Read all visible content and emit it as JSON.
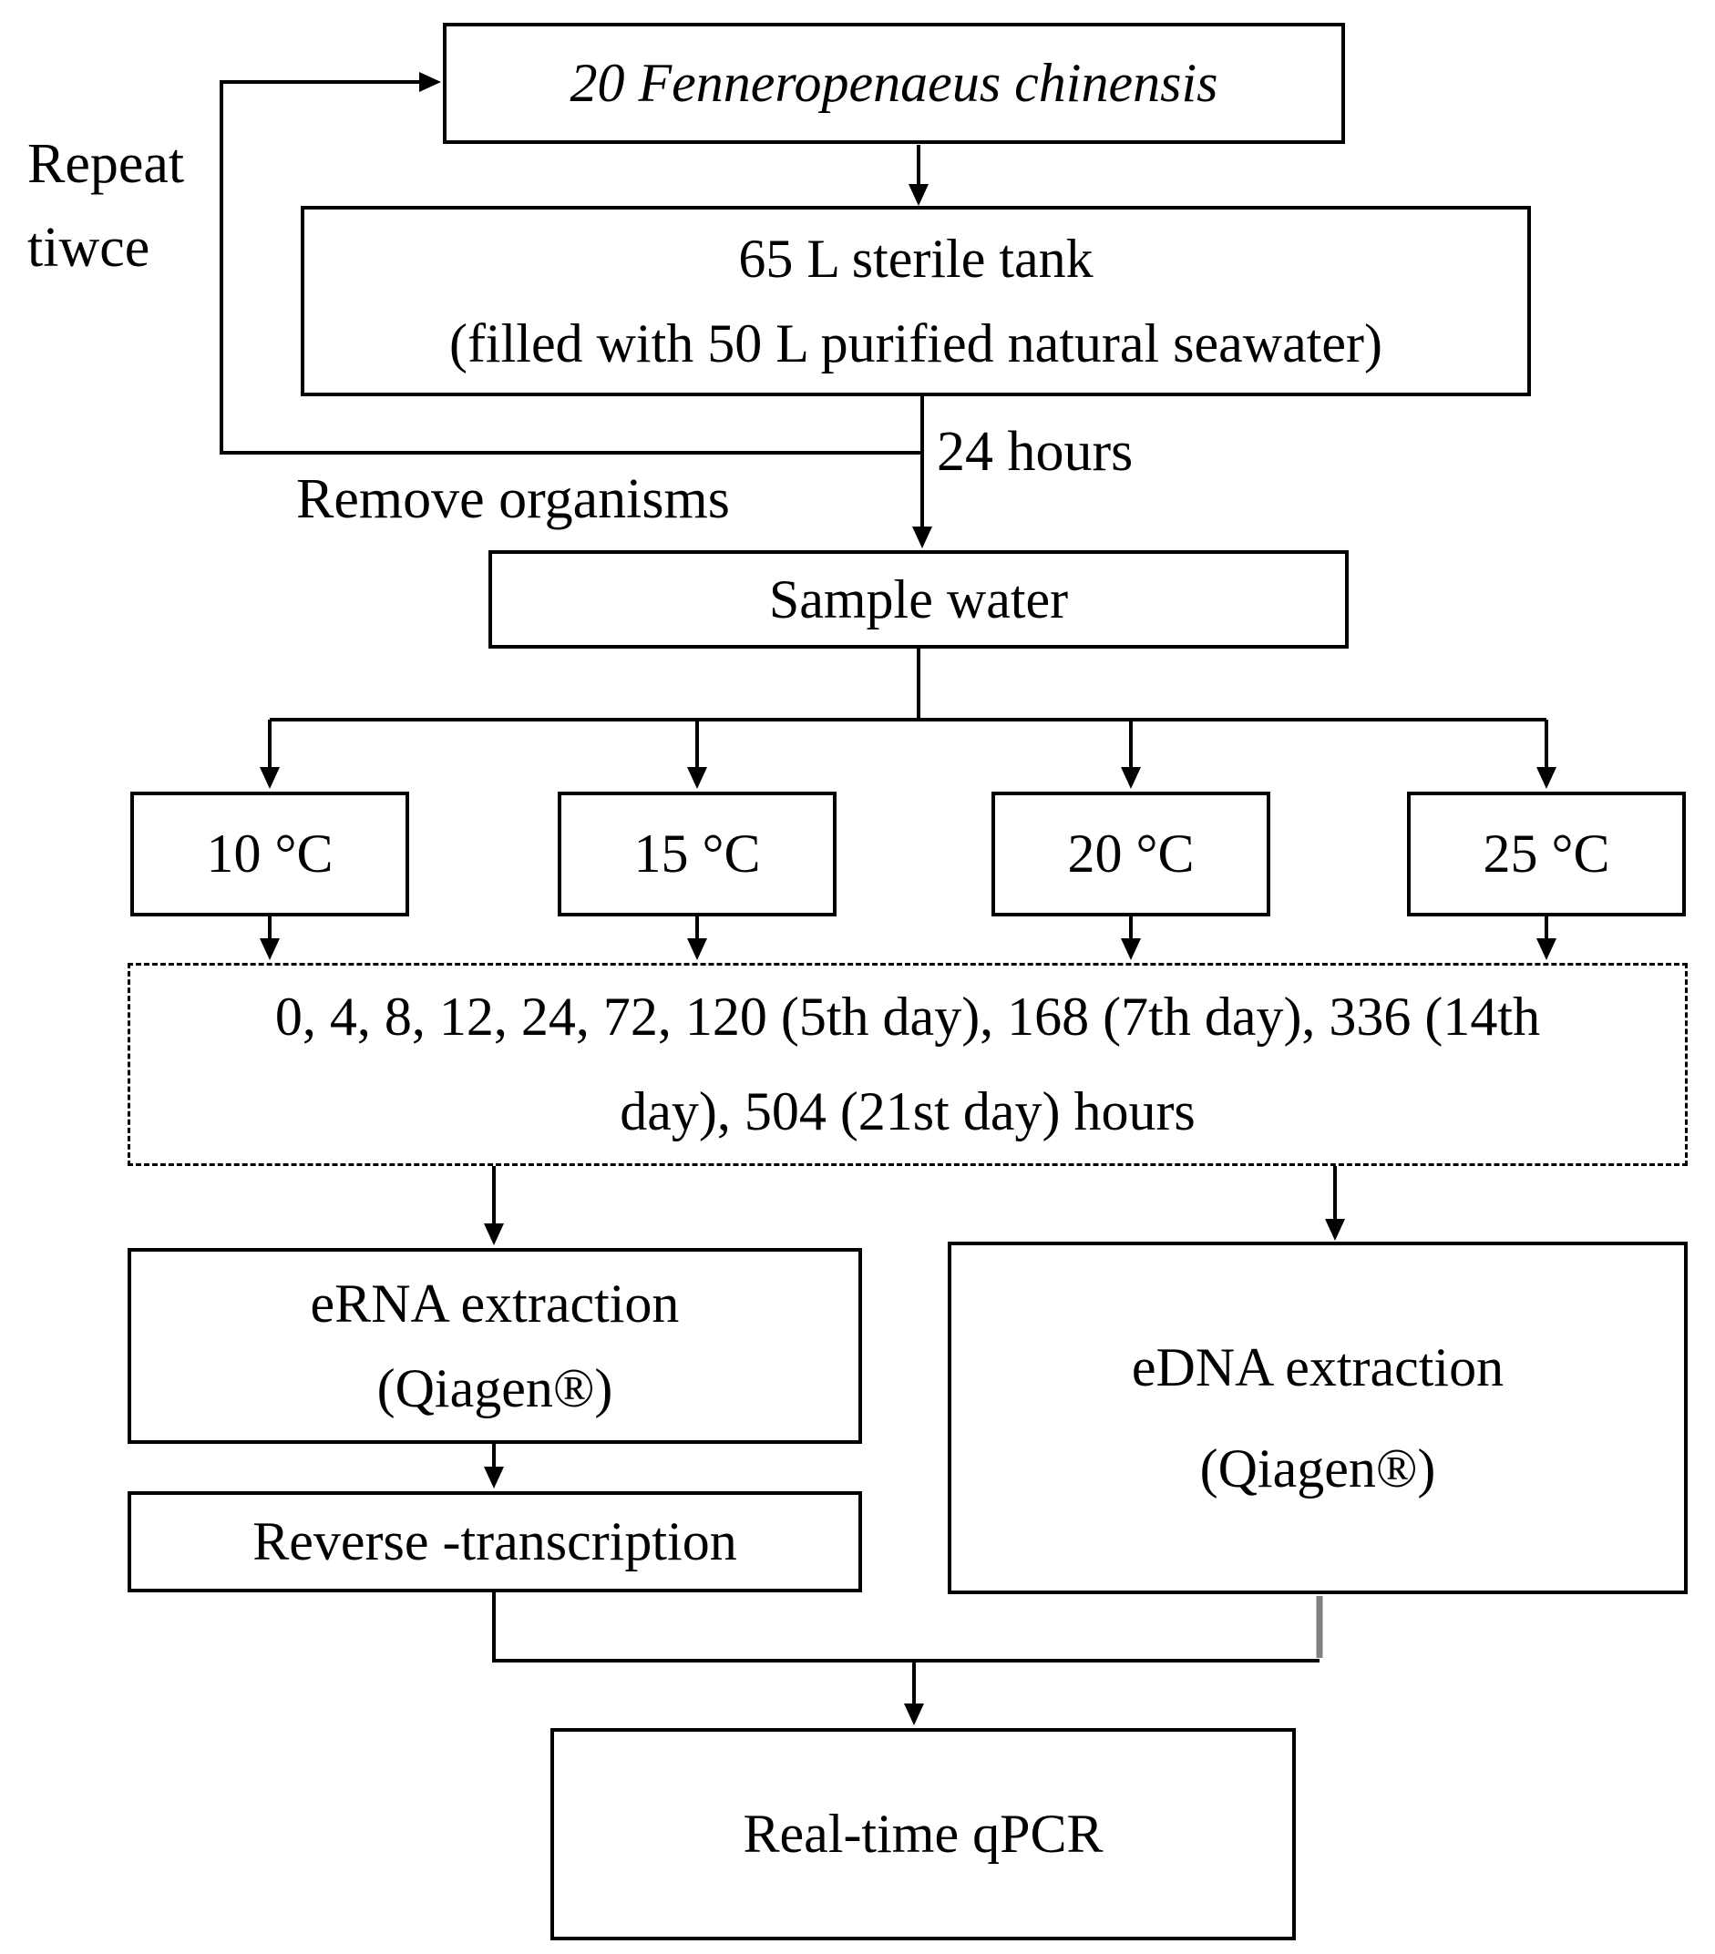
{
  "nodes": {
    "shrimp": {
      "label": "20 Fenneropenaeus chinensis"
    },
    "tank": {
      "line1": "65 L sterile tank",
      "line2": "(filled with 50 L purified natural seawater)"
    },
    "sample_water": {
      "label": "Sample water"
    },
    "temps": [
      {
        "label": "10 °C"
      },
      {
        "label": "15 °C"
      },
      {
        "label": "20 °C"
      },
      {
        "label": "25 °C"
      }
    ],
    "timepoints": {
      "line1": "0, 4, 8, 12, 24, 72, 120 (5th day), 168 (7th day), 336 (14th",
      "line2": "day), 504 (21st day) hours"
    },
    "erna": {
      "line1": "eRNA extraction",
      "line2": "(Qiagen®)"
    },
    "edna": {
      "line1": "eDNA extraction",
      "line2": "(Qiagen®)"
    },
    "reverse_transcription": {
      "label": "Reverse -transcription"
    },
    "qpcr": {
      "label": "Real-time qPCR"
    }
  },
  "edge_labels": {
    "repeat_line1": "Repeat",
    "repeat_line2": "tiwce",
    "remove_organisms": "Remove organisms",
    "duration": "24 hours"
  },
  "colors": {
    "line": "#000000",
    "secondary_line": "#808080",
    "text": "#000000",
    "background": "#ffffff"
  }
}
